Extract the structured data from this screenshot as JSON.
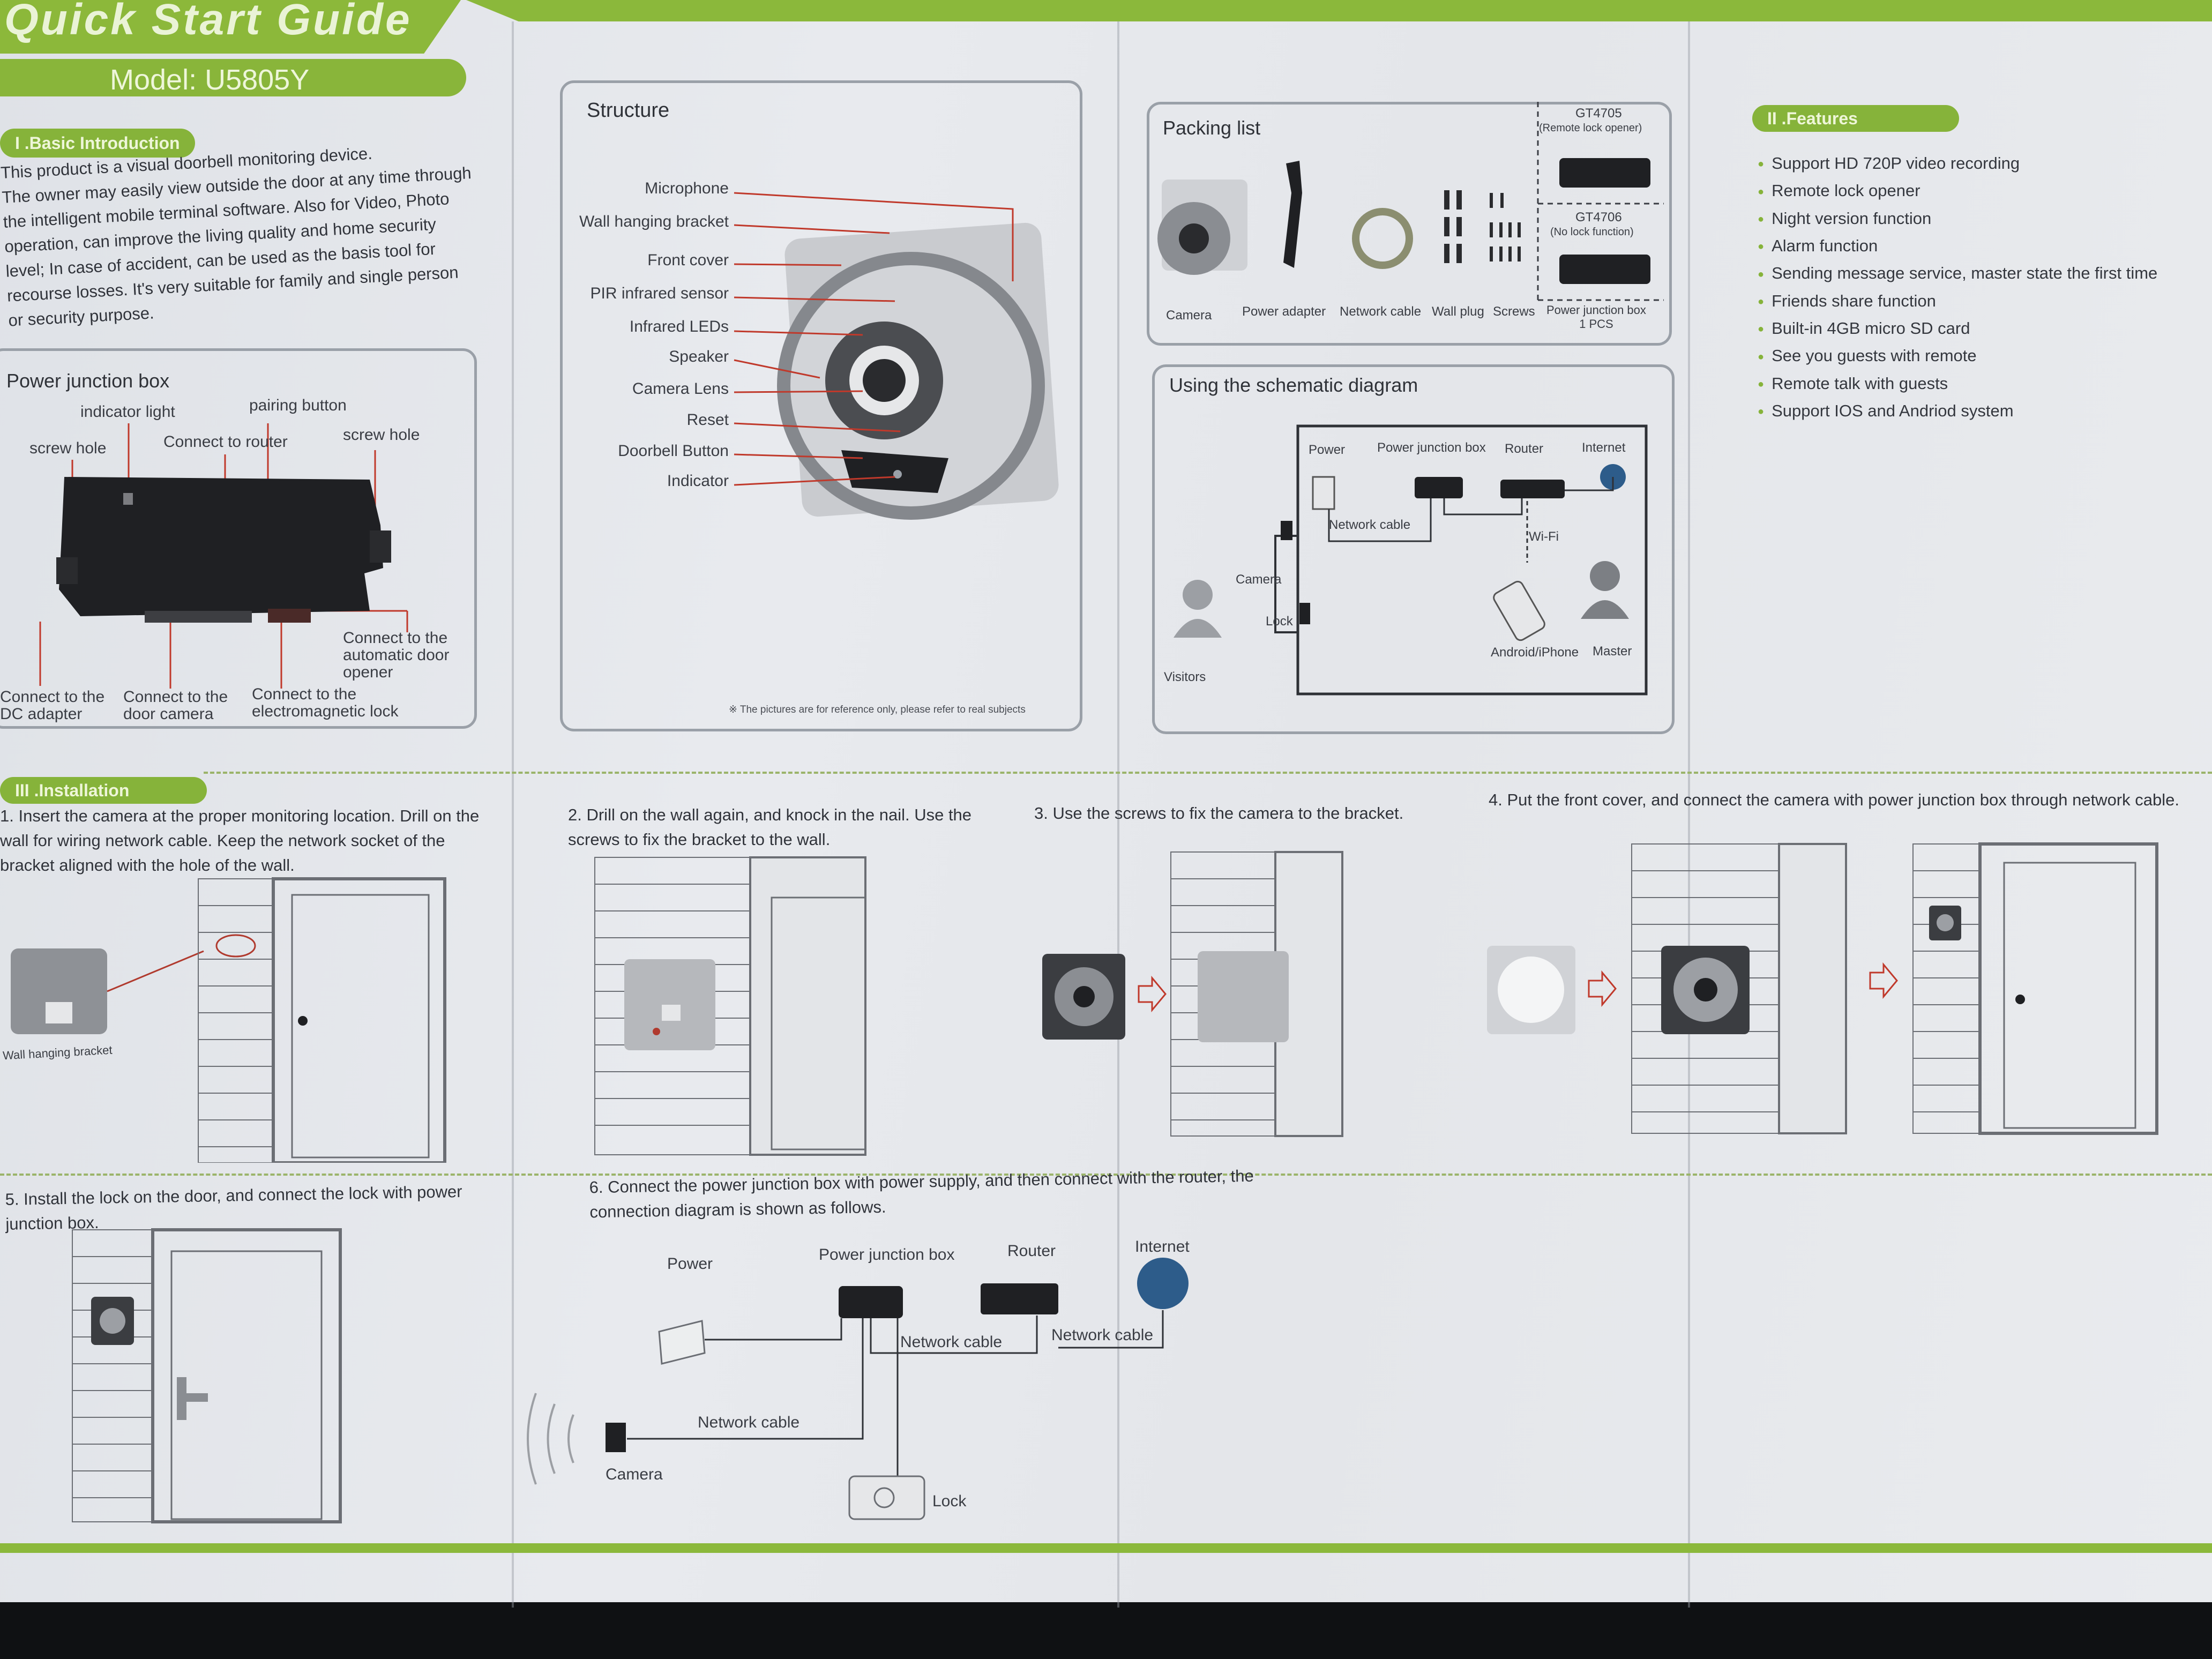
{
  "header": {
    "guide_title": "Quick Start Guide",
    "model": "Model: U5805Y"
  },
  "basic_intro": {
    "heading": "I .Basic Introduction",
    "lines": [
      "This product is a visual doorbell monitoring device.",
      "The owner may easily view outside the door at any time through",
      "the intelligent mobile terminal software. Also for Video, Photo",
      "operation, can improve the living quality and home security",
      "level; In case of accident, can be used as the basis tool for",
      "recourse losses. It's very suitable for family and single person",
      "or security purpose."
    ]
  },
  "power_junction_box": {
    "title": "Power junction box",
    "labels": {
      "indicator_light": "indicator light",
      "pairing_button": "pairing button",
      "screw_hole_left": "screw hole",
      "connect_router": "Connect to router",
      "screw_hole_right": "screw hole",
      "connect_adapter": "Connect to the\nDC adapter",
      "connect_camera": "Connect to the\ndoor camera",
      "connect_lock": "Connect to the\nelectromagnetic lock",
      "connect_opener": "Connect to the\nautomatic door\nopener"
    }
  },
  "structure": {
    "title": "Structure",
    "parts": [
      "Microphone",
      "Wall hanging bracket",
      "Front cover",
      "PIR infrared sensor",
      "Infrared LEDs",
      "Speaker",
      "Camera Lens",
      "Reset",
      "Doorbell Button",
      "Indicator"
    ],
    "note": "※ The pictures are for reference only, please refer to real subjects"
  },
  "packing_list": {
    "title": "Packing list",
    "items": [
      "Camera",
      "Power adapter",
      "Network cable",
      "Wall plug",
      "Screws",
      "Power junction box\n1 PCS"
    ],
    "gt4705": "GT4705",
    "gt4705_desc": "(Remote lock opener)",
    "gt4706": "GT4706",
    "gt4706_desc": "(No lock function)"
  },
  "schematic": {
    "title": "Using the schematic diagram",
    "labels": {
      "power": "Power",
      "pjb": "Power junction box",
      "router": "Router",
      "internet": "Internet",
      "network_cable": "Network cable",
      "wifi": "Wi-Fi",
      "camera": "Camera",
      "lock": "Lock",
      "visitors": "Visitors",
      "phone": "Android/iPhone",
      "master": "Master"
    }
  },
  "features": {
    "heading": "II .Features",
    "items": [
      "Support HD 720P video recording",
      "Remote lock opener",
      "Night version function",
      "Alarm function",
      "Sending message service, master state the first time",
      "Friends share function",
      "Built-in 4GB micro SD card",
      "See you guests with remote",
      "Remote talk with guests",
      "Support IOS and Andriod system"
    ]
  },
  "installation": {
    "heading": "III .Installation",
    "step1": "1. Insert the camera at the proper monitoring location. Drill on the wall for wiring network cable. Keep the network socket of the bracket aligned with the hole of the wall.",
    "step1_caption": "Wall hanging bracket",
    "step2": "2. Drill on the wall again, and knock in the nail. Use the screws to fix the bracket to the wall.",
    "step3": "3. Use the screws to fix the camera to the bracket.",
    "step4": "4. Put the front cover, and connect the camera with power junction box through network cable.",
    "step5": "5. Install the lock on the door, and connect the lock with power junction box.",
    "step6": "6. Connect the power junction box with power supply, and then connect with the router,  the connection diagram is shown as follows.",
    "diagram": {
      "power": "Power",
      "pjb": "Power junction box",
      "router": "Router",
      "internet": "Internet",
      "network_cable_1": "Network cable",
      "network_cable_2": "Network cable",
      "network_cable_3": "Network cable",
      "camera": "Camera",
      "lock": "Lock"
    }
  },
  "colors": {
    "accent_green": "#86b33a",
    "paper": "#e4e6ea",
    "ink": "#30333a"
  }
}
